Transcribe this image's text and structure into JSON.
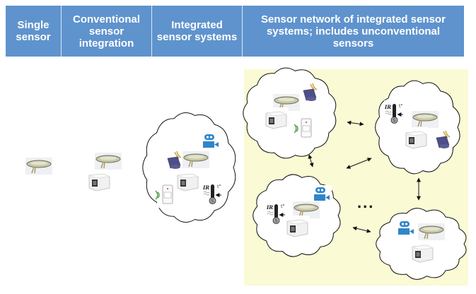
{
  "header": {
    "columns": [
      {
        "label": "Single sensor"
      },
      {
        "label": "Conventional sensor integration"
      },
      {
        "label": "Integrated sensor systems"
      },
      {
        "label": "Sensor network of integrated sensor systems; includes unconventional sensors"
      }
    ]
  },
  "network": {
    "ellipsis": "...",
    "ir_label": "IR",
    "temp_label": "t°",
    "s_label": "S"
  },
  "colors": {
    "header_bg": "#5f93cd",
    "panel_bg": "#fafad5",
    "camera_blue": "#2f86c8"
  }
}
